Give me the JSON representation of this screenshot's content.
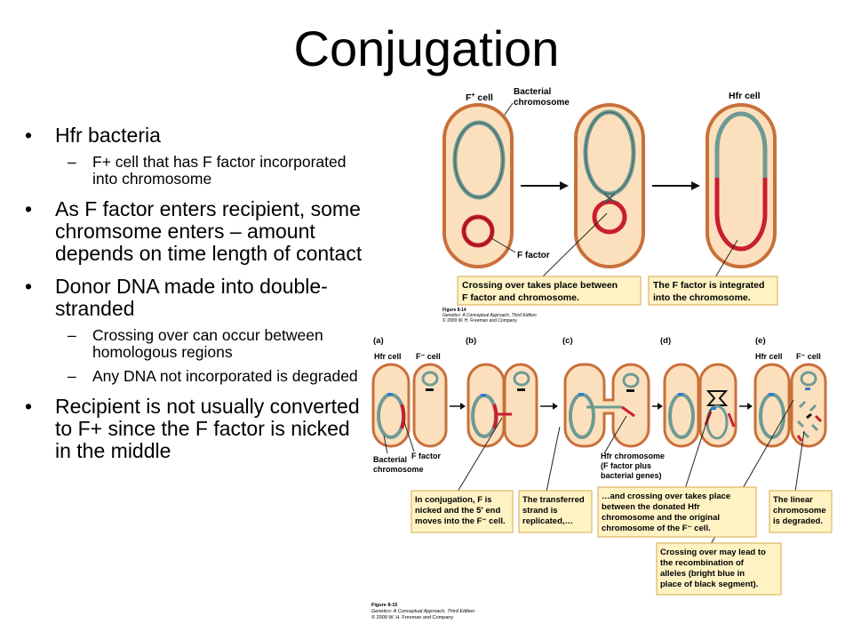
{
  "slide": {
    "title": "Conjugation",
    "bullets": [
      {
        "text": "Hfr bacteria",
        "sub": [
          "F+ cell that has F factor incorporated into chromosome"
        ]
      },
      {
        "text": "As F factor enters recipient, some chromsome enters – amount depends on time length of contact",
        "sub": []
      },
      {
        "text": "Donor DNA made into double-stranded",
        "sub": [
          "Crossing over can occur between homologous regions",
          "Any DNA not incorporated is degraded"
        ]
      },
      {
        "text": "Recipient is not usually converted to F+ since the F factor is nicked in the middle",
        "sub": []
      }
    ]
  },
  "fig14": {
    "f_plus_cell": "F",
    "f_plus_sup": "+",
    "cell_word": " cell",
    "bacterial_chromosome": [
      "Bacterial",
      "chromosome"
    ],
    "f_factor": "F factor",
    "hfr_cell": "Hfr cell",
    "caption1": [
      "Crossing over takes place between",
      "F factor and chromosome."
    ],
    "caption2": [
      "The F factor is integrated",
      "into the chromosome."
    ],
    "credit": [
      "Figure 8-14",
      "Genetics: A Conceptual Approach, Third Edition",
      "© 2009 W. H. Freeman and Company"
    ]
  },
  "fig15": {
    "panels": [
      "(a)",
      "(b)",
      "(c)",
      "(d)",
      "(e)"
    ],
    "hfr_cell": "Hfr cell",
    "f_minus_cell": "F⁻ cell",
    "bacterial_chromosome": [
      "Bacterial",
      "chromosome"
    ],
    "f_factor": "F factor",
    "hfr_chromosome": [
      "Hfr chromosome",
      "(F factor plus",
      "bacterial genes)"
    ],
    "caption_a": [
      "In conjugation, F is",
      "nicked and the 5′ end",
      "moves into the F⁻ cell."
    ],
    "caption_b": [
      "The transferred",
      "strand is",
      "replicated,…"
    ],
    "caption_c": [
      "…and crossing over takes place",
      "between the donated Hfr",
      "chromosome and the original",
      "chromosome of the F⁻ cell."
    ],
    "caption_d": [
      "The linear",
      "chromosome",
      "is degraded."
    ],
    "caption_e": [
      "Crossing over may lead to",
      "the recombination of",
      "alleles (bright blue in",
      "place of black segment)."
    ],
    "credit": [
      "Figure 8-15",
      "Genetics: A Conceptual Approach, Third Edition",
      "© 2009 W. H. Freeman and Company"
    ]
  },
  "colors": {
    "cell_fill": "#fce0bd",
    "cell_stroke": "#c8703a",
    "chromosome": "#6f9a94",
    "f_factor": "#c81e2e",
    "caption_fill": "#fff3c4",
    "caption_stroke": "#d7a94a",
    "blue_allele": "#2a7bd3",
    "black_allele": "#111111"
  }
}
